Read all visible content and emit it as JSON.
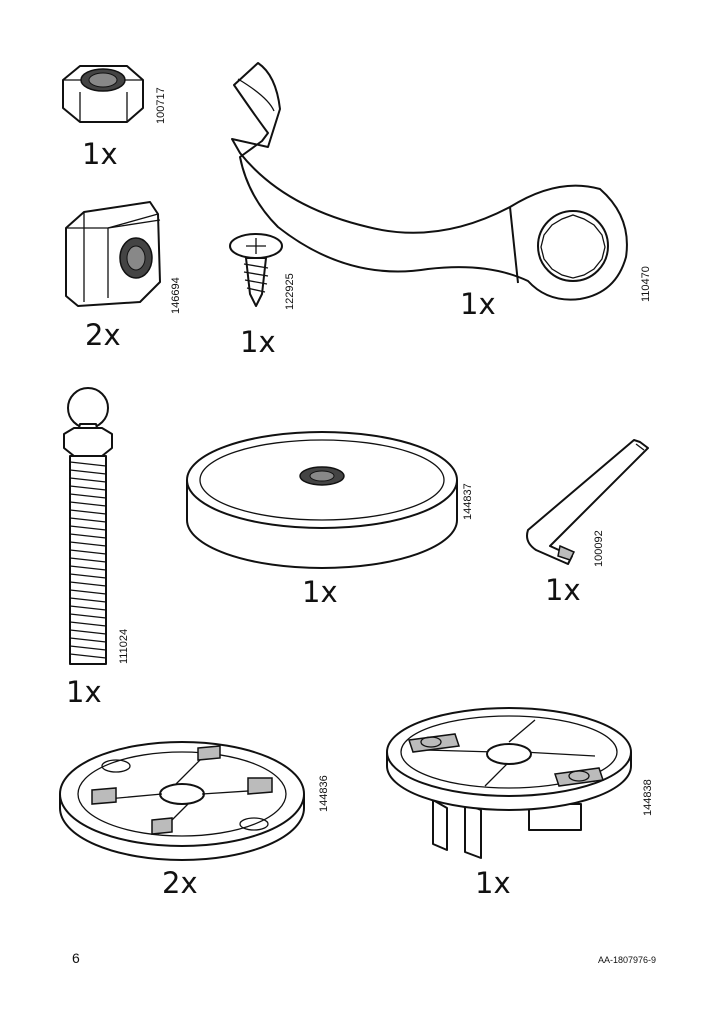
{
  "page_number": "6",
  "doc_code": "AA-1807976-9",
  "parts": [
    {
      "name": "hex-nut",
      "article": "100717",
      "qty": "1x"
    },
    {
      "name": "wrench",
      "article": "110470",
      "qty": "1x"
    },
    {
      "name": "square-nut",
      "article": "146694",
      "qty": "2x"
    },
    {
      "name": "screw",
      "article": "122925",
      "qty": "1x"
    },
    {
      "name": "threaded-rod",
      "article": "111024",
      "qty": "1x"
    },
    {
      "name": "round-base",
      "article": "144837",
      "qty": "1x"
    },
    {
      "name": "allen-key",
      "article": "100092",
      "qty": "1x"
    },
    {
      "name": "disc-bracket",
      "article": "144836",
      "qty": "2x"
    },
    {
      "name": "glide-plate",
      "article": "144838",
      "qty": "1x"
    }
  ]
}
